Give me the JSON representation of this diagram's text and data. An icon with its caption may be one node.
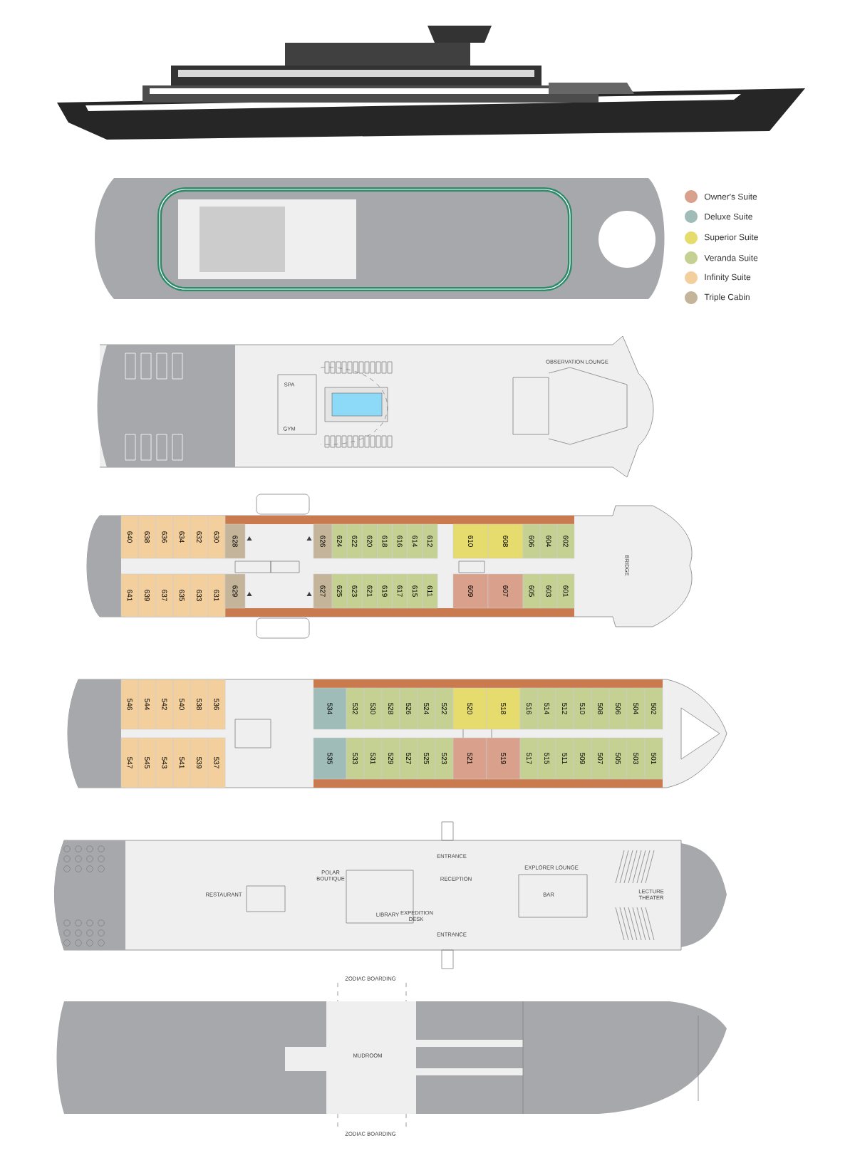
{
  "diagram": {
    "nodes": [
      {
        "text": [
          "640"
        ]
      },
      {
        "text": [
          "638"
        ]
      },
      {
        "text": [
          "636"
        ]
      },
      {
        "text": [
          "634"
        ]
      },
      {
        "text": [
          "632"
        ]
      },
      {
        "text": [
          "630"
        ]
      },
      {
        "text": [
          "628"
        ]
      },
      {
        "text": [
          "626"
        ]
      },
      {
        "text": [
          "624"
        ]
      },
      {
        "text": [
          "622"
        ]
      },
      {
        "text": [
          "620"
        ]
      },
      {
        "text": [
          "618"
        ]
      },
      {
        "text": [
          "616"
        ]
      },
      {
        "text": [
          "614"
        ]
      },
      {
        "text": [
          "612"
        ]
      },
      {
        "text": [
          "610"
        ]
      },
      {
        "text": [
          "608"
        ]
      },
      {
        "text": [
          "606"
        ]
      },
      {
        "text": [
          "604"
        ]
      },
      {
        "text": [
          "602"
        ]
      },
      {
        "text": [
          "641"
        ]
      },
      {
        "text": [
          "639"
        ]
      },
      {
        "text": [
          "637"
        ]
      },
      {
        "text": [
          "635"
        ]
      },
      {
        "text": [
          "633"
        ]
      },
      {
        "text": [
          "631"
        ]
      },
      {
        "text": [
          "629"
        ]
      },
      {
        "text": [
          "627"
        ]
      },
      {
        "text": [
          "625"
        ]
      },
      {
        "text": [
          "623"
        ]
      },
      {
        "text": [
          "621"
        ]
      },
      {
        "text": [
          "619"
        ]
      },
      {
        "text": [
          "617"
        ]
      },
      {
        "text": [
          "615"
        ]
      },
      {
        "text": [
          "611"
        ]
      },
      {
        "text": [
          "609"
        ]
      },
      {
        "text": [
          "607"
        ]
      },
      {
        "text": [
          "605"
        ]
      },
      {
        "text": [
          "603"
        ]
      },
      {
        "text": [
          "601"
        ]
      },
      {
        "text": [
          "546"
        ]
      },
      {
        "text": [
          "544"
        ]
      },
      {
        "text": [
          "542"
        ]
      },
      {
        "text": [
          "540"
        ]
      },
      {
        "text": [
          "538"
        ]
      },
      {
        "text": [
          "536"
        ]
      },
      {
        "text": [
          "534"
        ]
      },
      {
        "text": [
          "532"
        ]
      },
      {
        "text": [
          "530"
        ]
      },
      {
        "text": [
          "528"
        ]
      },
      {
        "text": [
          "526"
        ]
      },
      {
        "text": [
          "524"
        ]
      },
      {
        "text": [
          "522"
        ]
      },
      {
        "text": [
          "520"
        ]
      },
      {
        "text": [
          "518"
        ]
      },
      {
        "text": [
          "516"
        ]
      },
      {
        "text": [
          "514"
        ]
      },
      {
        "text": [
          "512"
        ]
      },
      {
        "text": [
          "510"
        ]
      },
      {
        "text": [
          "508"
        ]
      },
      {
        "text": [
          "506"
        ]
      },
      {
        "text": [
          "504"
        ]
      },
      {
        "text": [
          "502"
        ]
      },
      {
        "text": [
          "547"
        ]
      },
      {
        "text": [
          "545"
        ]
      },
      {
        "text": [
          "543"
        ]
      },
      {
        "text": [
          "541"
        ]
      },
      {
        "text": [
          "539"
        ]
      },
      {
        "text": [
          "537"
        ]
      },
      {
        "text": [
          "535"
        ]
      },
      {
        "text": [
          "533"
        ]
      },
      {
        "text": [
          "531"
        ]
      },
      {
        "text": [
          "529"
        ]
      },
      {
        "text": [
          "527"
        ]
      },
      {
        "text": [
          "525"
        ]
      },
      {
        "text": [
          "523"
        ]
      },
      {
        "text": [
          "521"
        ]
      },
      {
        "text": [
          "519"
        ]
      },
      {
        "text": [
          "517"
        ]
      },
      {
        "text": [
          "515"
        ]
      },
      {
        "text": [
          "511"
        ]
      },
      {
        "text": [
          "509"
        ]
      },
      {
        "text": [
          "507"
        ]
      },
      {
        "text": [
          "505"
        ]
      },
      {
        "text": [
          "503"
        ]
      },
      {
        "text": [
          "501"
        ]
      }
    ],
    "labels": [
      "SPA",
      "GYM",
      "OBSERVATION LOUNGE",
      "BRIDGE",
      "ENTRANCE",
      "POLAR BOUTIQUE",
      "RECEPTION",
      "EXPLORER LOUNGE",
      "RESTAURANT",
      "BAR",
      "LECTURE THEATER",
      "LIBRARY",
      "EXPEDITION DESK",
      "ENTRANCE",
      "ZODIAC BOARDING",
      "MUDROOM",
      "ZODIAC BOARDING"
    ],
    "legend": [
      {
        "text": "Owner's Suite",
        "color": "#d9a08c"
      },
      {
        "text": "Deluxe Suite",
        "color": "#9fbcb9"
      },
      {
        "text": "Superior Suite",
        "color": "#e6dc6e"
      },
      {
        "text": "Veranda Suite",
        "color": "#c5d193"
      },
      {
        "text": "Infinity Suite",
        "color": "#f3cf9d"
      },
      {
        "text": "Triple Cabin",
        "color": "#c4b59a"
      }
    ]
  }
}
